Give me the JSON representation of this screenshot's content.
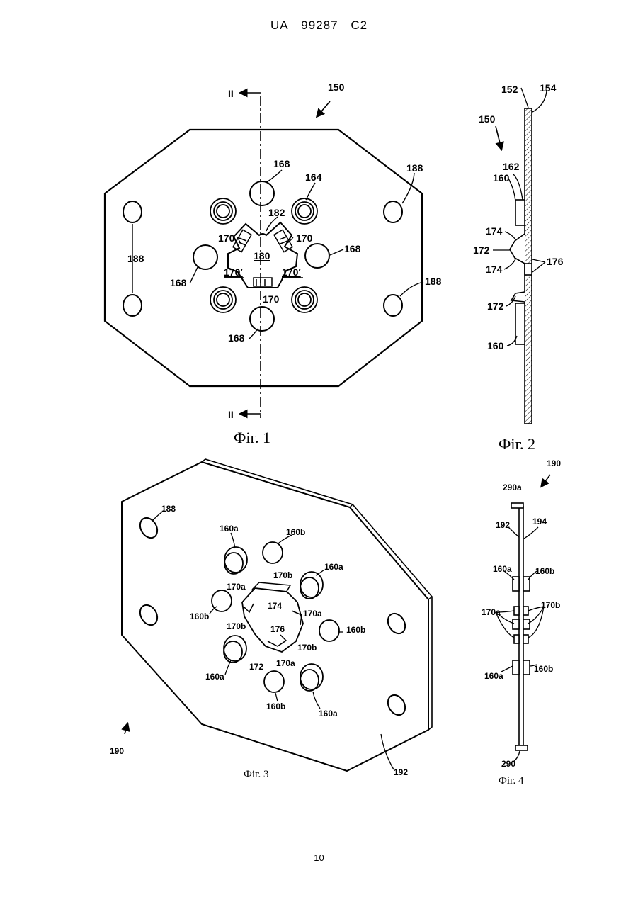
{
  "header": {
    "country": "UA",
    "number": "99287",
    "kind": "C2"
  },
  "page_number": "10",
  "fig1": {
    "caption": "Фіг. 1",
    "section_mark": "II",
    "labels": {
      "l150": "150",
      "l168": "168",
      "l164": "164",
      "l188": "188",
      "l182": "182",
      "l170": "170",
      "l180": "180",
      "l170p": "170′"
    }
  },
  "fig2": {
    "caption": "Фіг. 2",
    "labels": {
      "l152": "152",
      "l154": "154",
      "l150": "150",
      "l162": "162",
      "l160": "160",
      "l174": "174",
      "l172": "172",
      "l176": "176"
    }
  },
  "fig3": {
    "caption": "Фіг. 3",
    "labels": {
      "l188": "188",
      "l160a": "160a",
      "l160b": "160b",
      "l170a": "170a",
      "l170b": "170b",
      "l174": "174",
      "l176": "176",
      "l172": "172",
      "l190": "190",
      "l192": "192"
    }
  },
  "fig4": {
    "caption": "Фіг. 4",
    "labels": {
      "l190": "190",
      "l290a": "290a",
      "l192": "192",
      "l194": "194",
      "l160a": "160a",
      "l160b": "160b",
      "l170a": "170a",
      "l170b": "170b",
      "l290": "290"
    }
  },
  "colors": {
    "ink": "#000000",
    "paper": "#ffffff"
  }
}
